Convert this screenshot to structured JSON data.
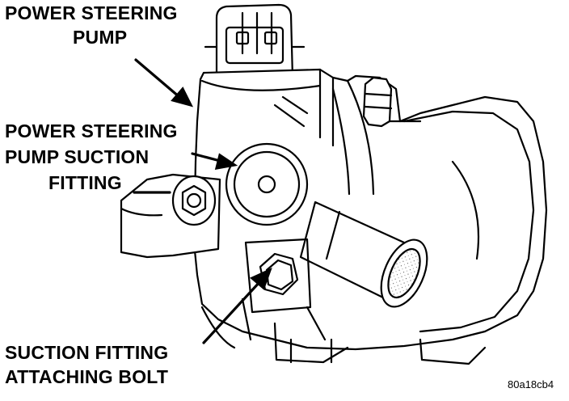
{
  "labels": {
    "pump": [
      "POWER STEERING",
      "PUMP"
    ],
    "suction_fitting": [
      "POWER STEERING",
      "PUMP SUCTION",
      "FITTING"
    ],
    "attaching_bolt": [
      "SUCTION FITTING",
      "ATTACHING BOLT"
    ]
  },
  "figure_id": "80a18cb4",
  "colors": {
    "line": "#000000",
    "background": "#ffffff",
    "shade": "#d8d8d8"
  }
}
